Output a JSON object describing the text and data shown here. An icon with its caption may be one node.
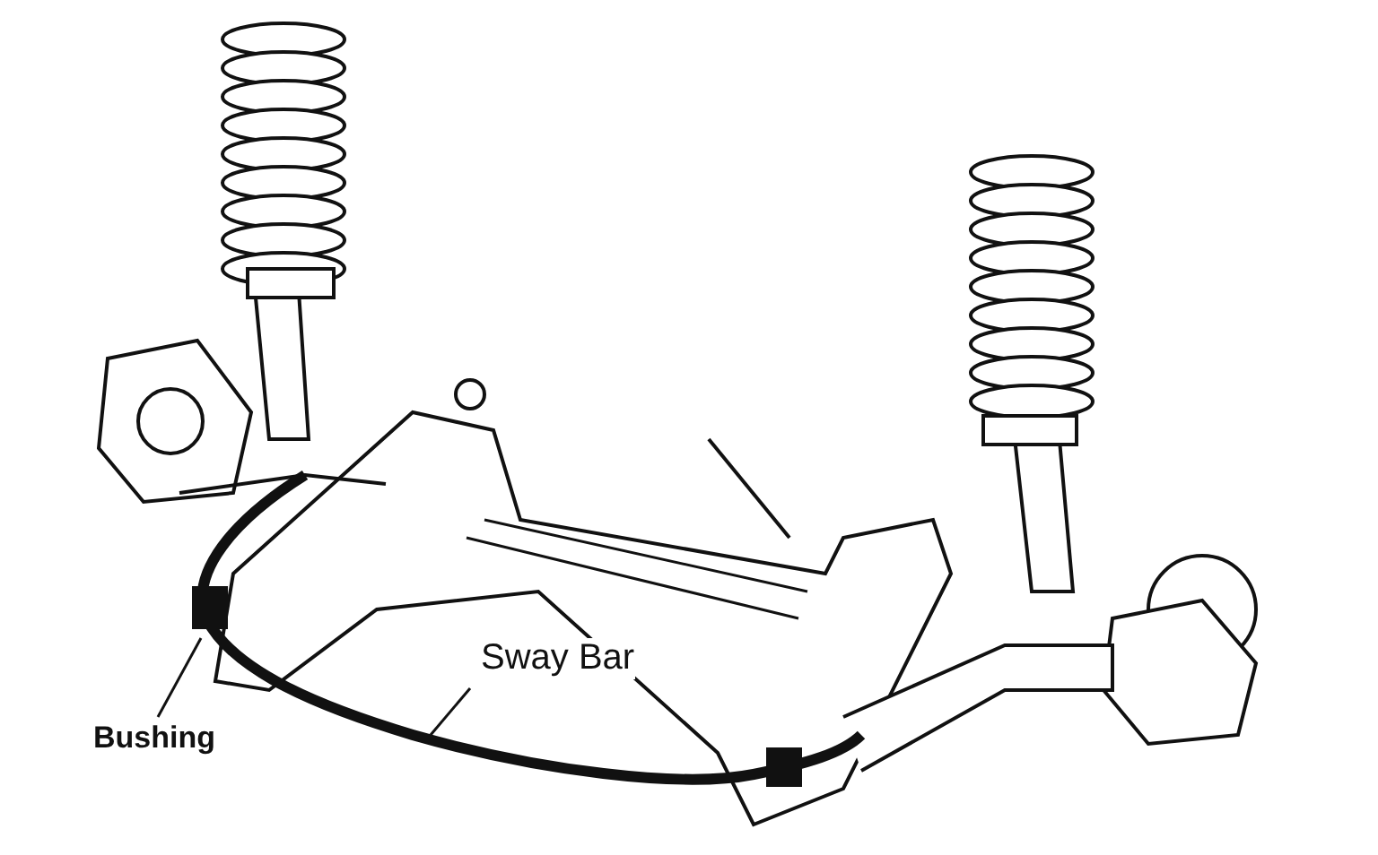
{
  "diagram": {
    "nodes": [
      {
        "text": [
          "Bushing"
        ]
      },
      {
        "text": [
          "Sway Bar"
        ]
      }
    ],
    "edges": [
      {
        "from": 0,
        "to": null,
        "arrow": "none"
      },
      {
        "from": 1,
        "to": null,
        "arrow": "none"
      }
    ]
  }
}
